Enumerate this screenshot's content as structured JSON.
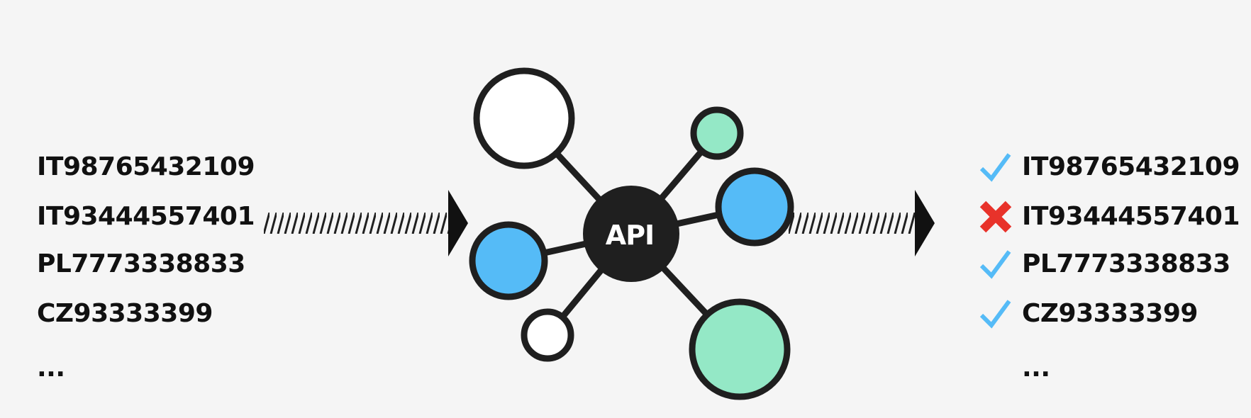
{
  "input_list": {
    "items": [
      "IT98765432109",
      "IT93444557401",
      "PL7773338833",
      "CZ93333399",
      "..."
    ]
  },
  "hub": {
    "label": "API"
  },
  "output_list": {
    "items": [
      {
        "text": "IT98765432109",
        "status": "valid",
        "icon": "check-icon"
      },
      {
        "text": "IT93444557401",
        "status": "invalid",
        "icon": "cross-icon"
      },
      {
        "text": "PL7773338833",
        "status": "valid",
        "icon": "check-icon"
      },
      {
        "text": "CZ93333399",
        "status": "valid",
        "icon": "check-icon"
      },
      {
        "text": "...",
        "status": "",
        "icon": ""
      }
    ]
  },
  "colors": {
    "background": "#f5f5f5",
    "dark": "#1f1f1f",
    "blue": "#55bbf7",
    "green": "#94e8c6",
    "white": "#ffffff",
    "check": "#55bbf7",
    "cross": "#e8322a"
  }
}
